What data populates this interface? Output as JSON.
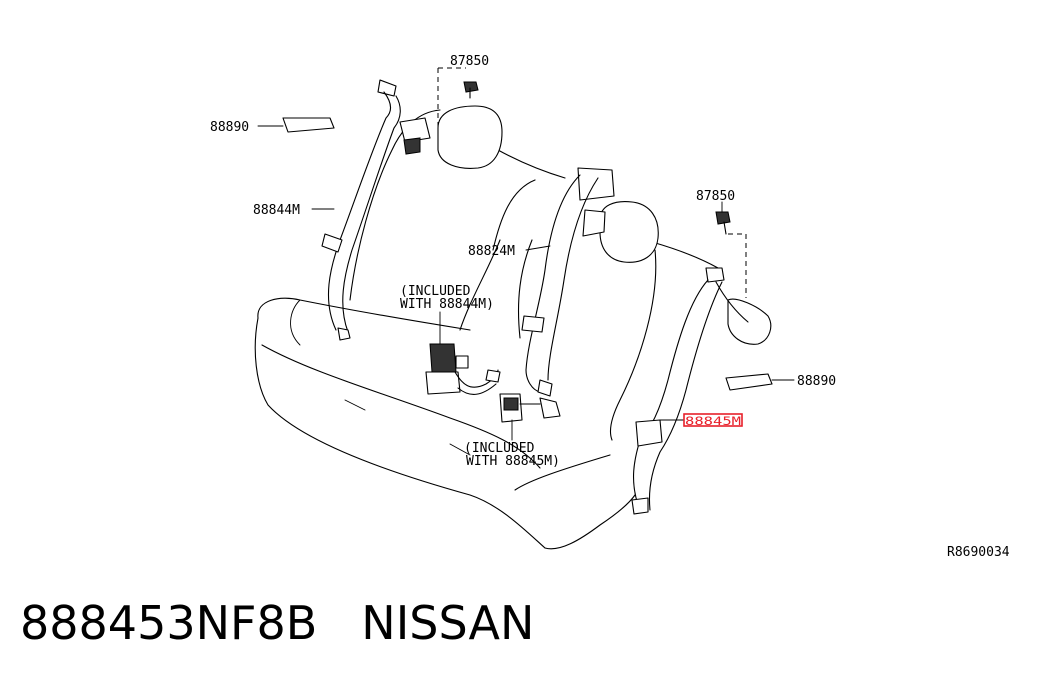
{
  "labels": {
    "bolt_top": "87850",
    "bolt_right": "87850",
    "cover_left": "88890",
    "cover_right": "88890",
    "belt_left": "88844M",
    "belt_center": "88824M",
    "belt_right_highlight": "88845M",
    "included_left_line1": "(INCLUDED",
    "included_left_line2": "WITH 88844M)",
    "included_right_line1": "(INCLUDED",
    "included_right_line2": "WITH 88845M)",
    "ref_code": "R8690034"
  },
  "footer": {
    "part_number": "888453NF8B",
    "brand": "NISSAN"
  },
  "colors": {
    "highlight": "#e8202a",
    "ink": "#000000",
    "background": "#ffffff"
  }
}
